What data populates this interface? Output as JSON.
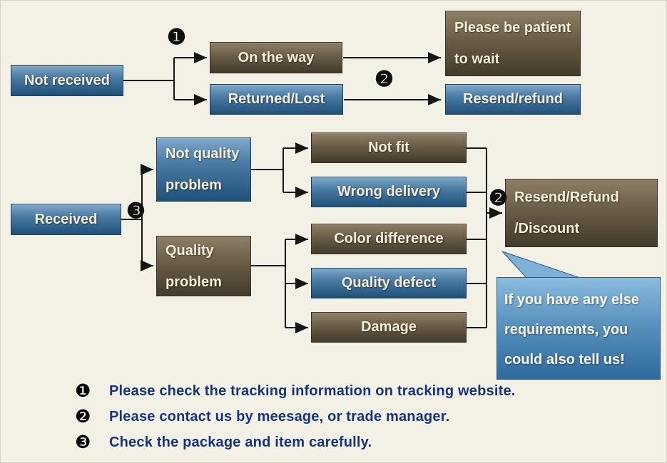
{
  "colors": {
    "background": "#f3f0e6",
    "blue_box_light": "#7fa9c9",
    "blue_box_dark": "#1f5078",
    "brown_box_light": "#8d7f66",
    "brown_box_dark": "#423a2b",
    "bubble_blue": "#2e6a9c",
    "legend_text": "#16337d",
    "connector_line": "#151515"
  },
  "flow": {
    "not_received": "Not received",
    "on_the_way": "On the way",
    "be_patient": {
      "line1": "Please be patient",
      "line2": "to wait"
    },
    "returned_lost": "Returned/Lost",
    "resend_refund": "Resend/refund",
    "received": "Received",
    "not_quality_problem": {
      "line1": "Not quality",
      "line2": "problem"
    },
    "quality_problem": {
      "line1": "Quality",
      "line2": "problem"
    },
    "not_fit": "Not fit",
    "wrong_delivery": "Wrong delivery",
    "color_difference": "Color difference",
    "quality_defect": "Quality defect",
    "damage": "Damage",
    "resend_refund_discount": {
      "line1": "Resend/Refund",
      "line2": "/Discount"
    },
    "bubble": {
      "line1": "If you have any else",
      "line2": "requirements, you",
      "line3": "could also tell us!"
    }
  },
  "markers": {
    "one": "❶",
    "two": "❷",
    "three": "❸"
  },
  "legend": [
    {
      "num": "❶",
      "text": "Please check the tracking information on tracking website."
    },
    {
      "num": "❷",
      "text": "Please contact us by meesage, or trade manager."
    },
    {
      "num": "❸",
      "text": "Check the package and item carefully."
    }
  ]
}
